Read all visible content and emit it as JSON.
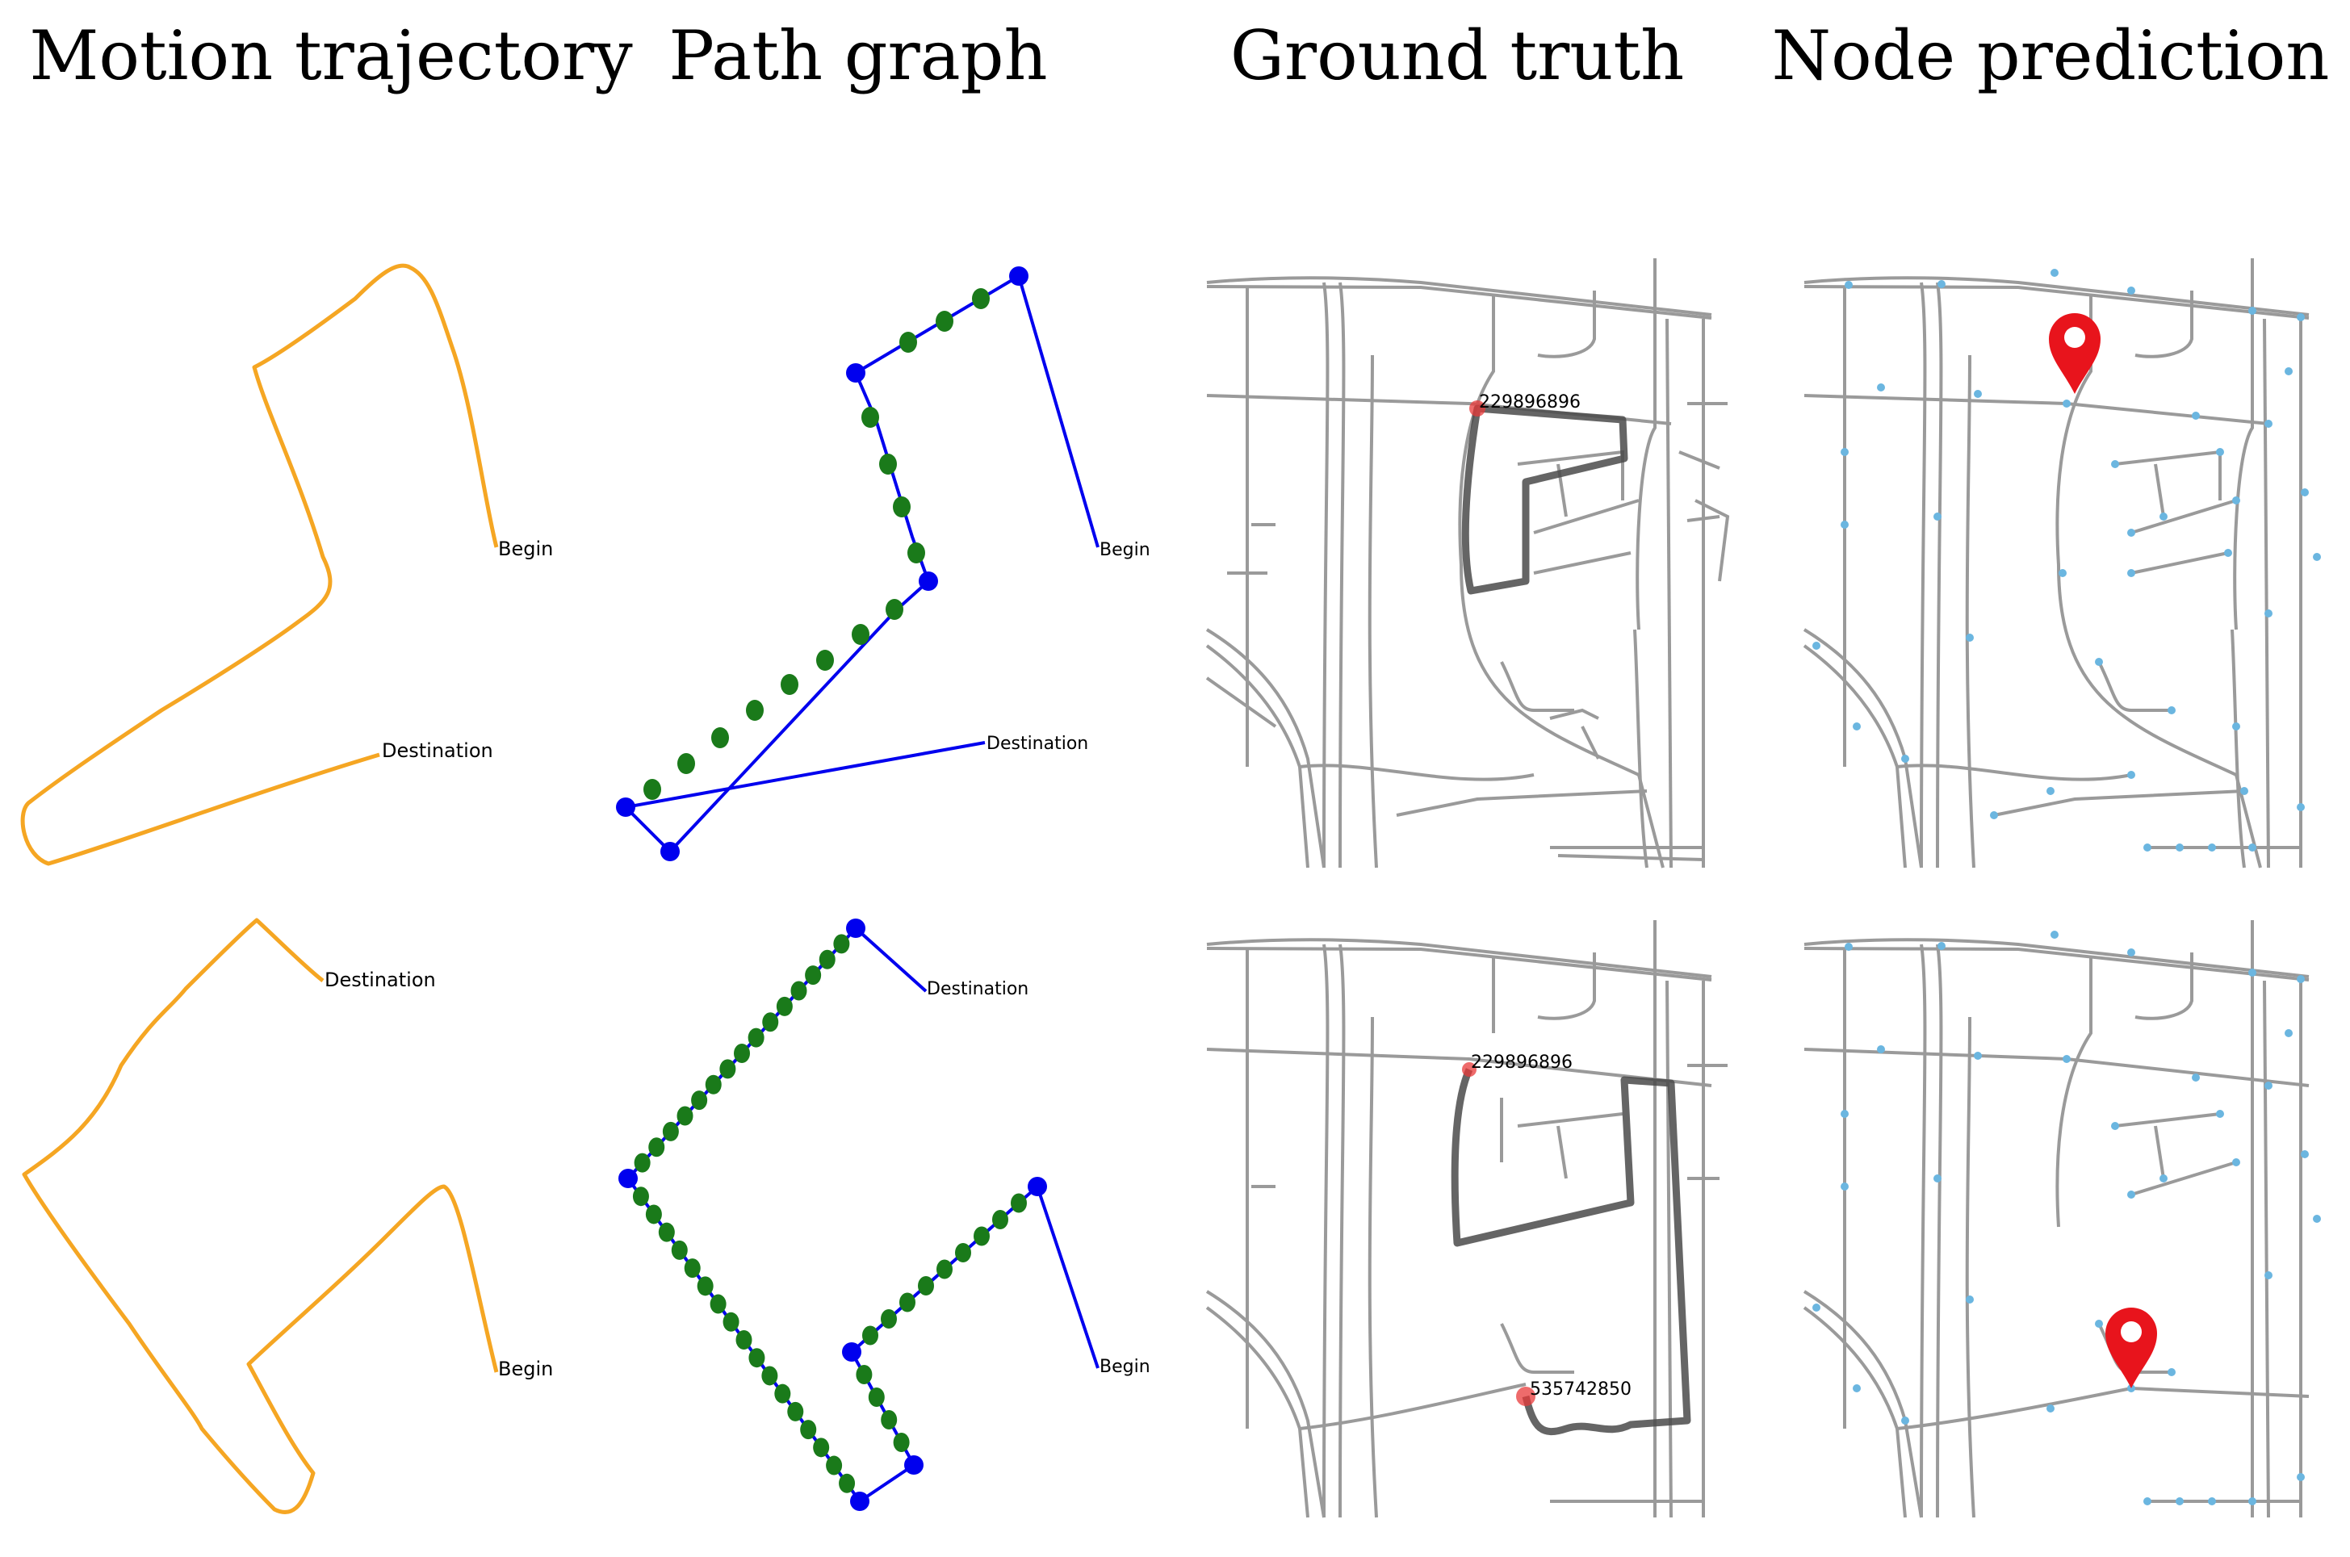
{
  "columns": [
    {
      "title": "Motion trajectory"
    },
    {
      "title": "Path graph"
    },
    {
      "title": "Ground truth"
    },
    {
      "title": "Node prediction"
    }
  ],
  "rows": [
    {
      "trajectory": {
        "start_label": "Begin",
        "end_label": "Destination"
      },
      "path_graph": {
        "start_label": "Begin",
        "end_label": "Destination"
      },
      "ground_truth": {
        "node_labels": [
          "229896896"
        ]
      },
      "prediction": {
        "markers": 1
      }
    },
    {
      "trajectory": {
        "start_label": "Begin",
        "end_label": "Destination"
      },
      "path_graph": {
        "start_label": "Begin",
        "end_label": "Destination"
      },
      "ground_truth": {
        "node_labels": [
          "229896896",
          "535742850"
        ]
      },
      "prediction": {
        "markers": 1
      }
    }
  ],
  "colors": {
    "trajectory": "#f5a623",
    "graph_edge": "#0000ee",
    "graph_node": "#0000ee",
    "graph_point": "#1a7a1a",
    "road": "#9a9a9a",
    "route": "#4a4a4a",
    "gt_marker": "#e83a3a",
    "pred_node": "#6bb6e0",
    "pred_marker": "#e8141c"
  }
}
